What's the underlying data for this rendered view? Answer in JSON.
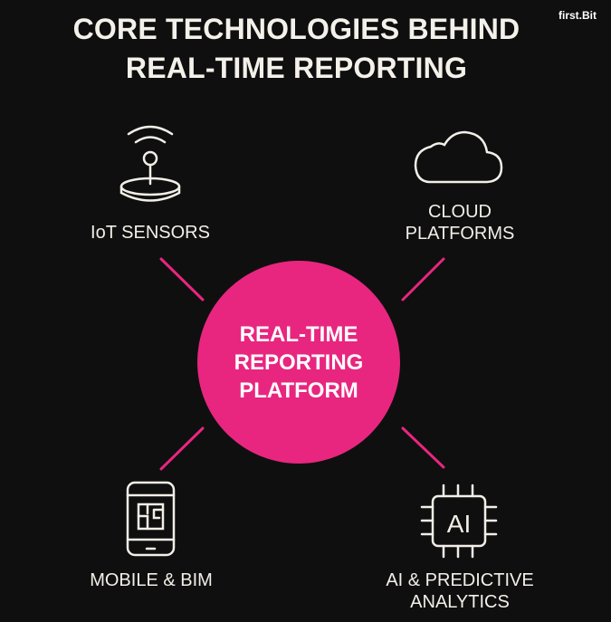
{
  "header": {
    "title_line1": "CORE TECHNOLOGIES BEHIND",
    "title_line2": "REAL-TIME REPORTING",
    "logo": "first.Bit"
  },
  "hub": {
    "line1": "REAL-TIME",
    "line2": "REPORTING",
    "line3": "PLATFORM",
    "color": "#e8267f"
  },
  "nodes": [
    {
      "icon": "iot-sensor-icon",
      "line1": "IoT SENSORS",
      "line2": ""
    },
    {
      "icon": "cloud-icon",
      "line1": "CLOUD",
      "line2": "PLATFORMS"
    },
    {
      "icon": "mobile-bim-icon",
      "line1": "MOBILE & BIM",
      "line2": ""
    },
    {
      "icon": "ai-chip-icon",
      "line1": "AI & PREDICTIVE",
      "line2": "ANALYTICS"
    }
  ],
  "colors": {
    "background": "#0f0f0f",
    "accent": "#e8267f",
    "icon_stroke": "#f2efe8"
  }
}
